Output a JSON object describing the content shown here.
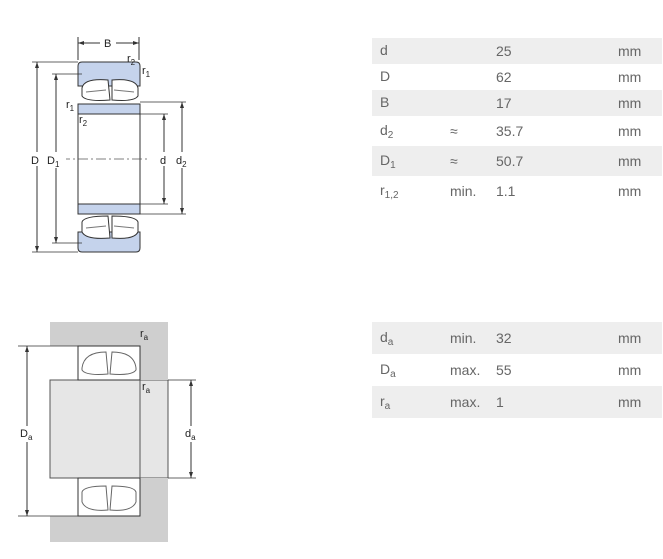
{
  "dimensions": [
    {
      "sym": "d",
      "sub": "",
      "qual": "",
      "val": "25",
      "unit": "mm"
    },
    {
      "sym": "D",
      "sub": "",
      "qual": "",
      "val": "62",
      "unit": "mm"
    },
    {
      "sym": "B",
      "sub": "",
      "qual": "",
      "val": "17",
      "unit": "mm"
    },
    {
      "sym": "d",
      "sub": "2",
      "qual": "≈",
      "val": "35.7",
      "unit": "mm"
    },
    {
      "sym": "D",
      "sub": "1",
      "qual": "≈",
      "val": "50.7",
      "unit": "mm"
    },
    {
      "sym": "r",
      "sub": "1,2",
      "qual": "min.",
      "val": "1.1",
      "unit": "mm"
    }
  ],
  "abutment": [
    {
      "sym": "d",
      "sub": "a",
      "qual": "min.",
      "val": "32",
      "unit": "mm"
    },
    {
      "sym": "D",
      "sub": "a",
      "qual": "max.",
      "val": "55",
      "unit": "mm"
    },
    {
      "sym": "r",
      "sub": "a",
      "qual": "max.",
      "val": "1",
      "unit": "mm"
    }
  ],
  "diagram_labels": {
    "B": "B",
    "r2": "r",
    "r1": "r",
    "sub1": "1",
    "sub2": "2",
    "D": "D",
    "D1": "D",
    "d": "d",
    "d2": "d",
    "Da": "D",
    "da": "d",
    "ra": "r",
    "suba": "a"
  }
}
